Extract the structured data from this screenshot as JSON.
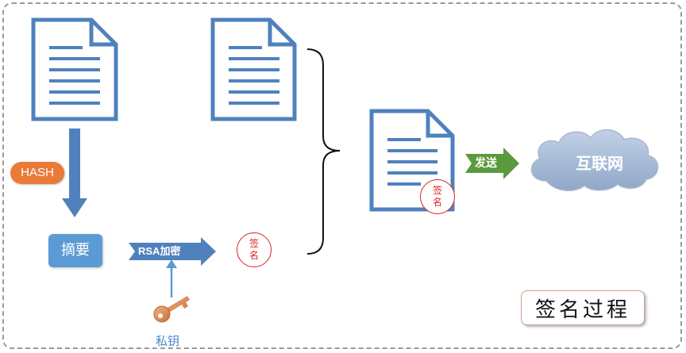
{
  "labels": {
    "hash": "HASH",
    "digest": "摘要",
    "rsa_encrypt": "RSA加密",
    "send": "发送",
    "internet": "互联网",
    "private_key": "私钥",
    "seal_char_1": "签",
    "seal_char_2": "名",
    "title": "签名过程"
  },
  "colors": {
    "document": "#4f81bd",
    "hash_badge": "#ea7a3a",
    "digest_box": "#5b9bd5",
    "send_arrow": "#5a9a3c",
    "cloud": "#a9bcd6",
    "seal": "#e02020",
    "key": "#e8965a"
  }
}
